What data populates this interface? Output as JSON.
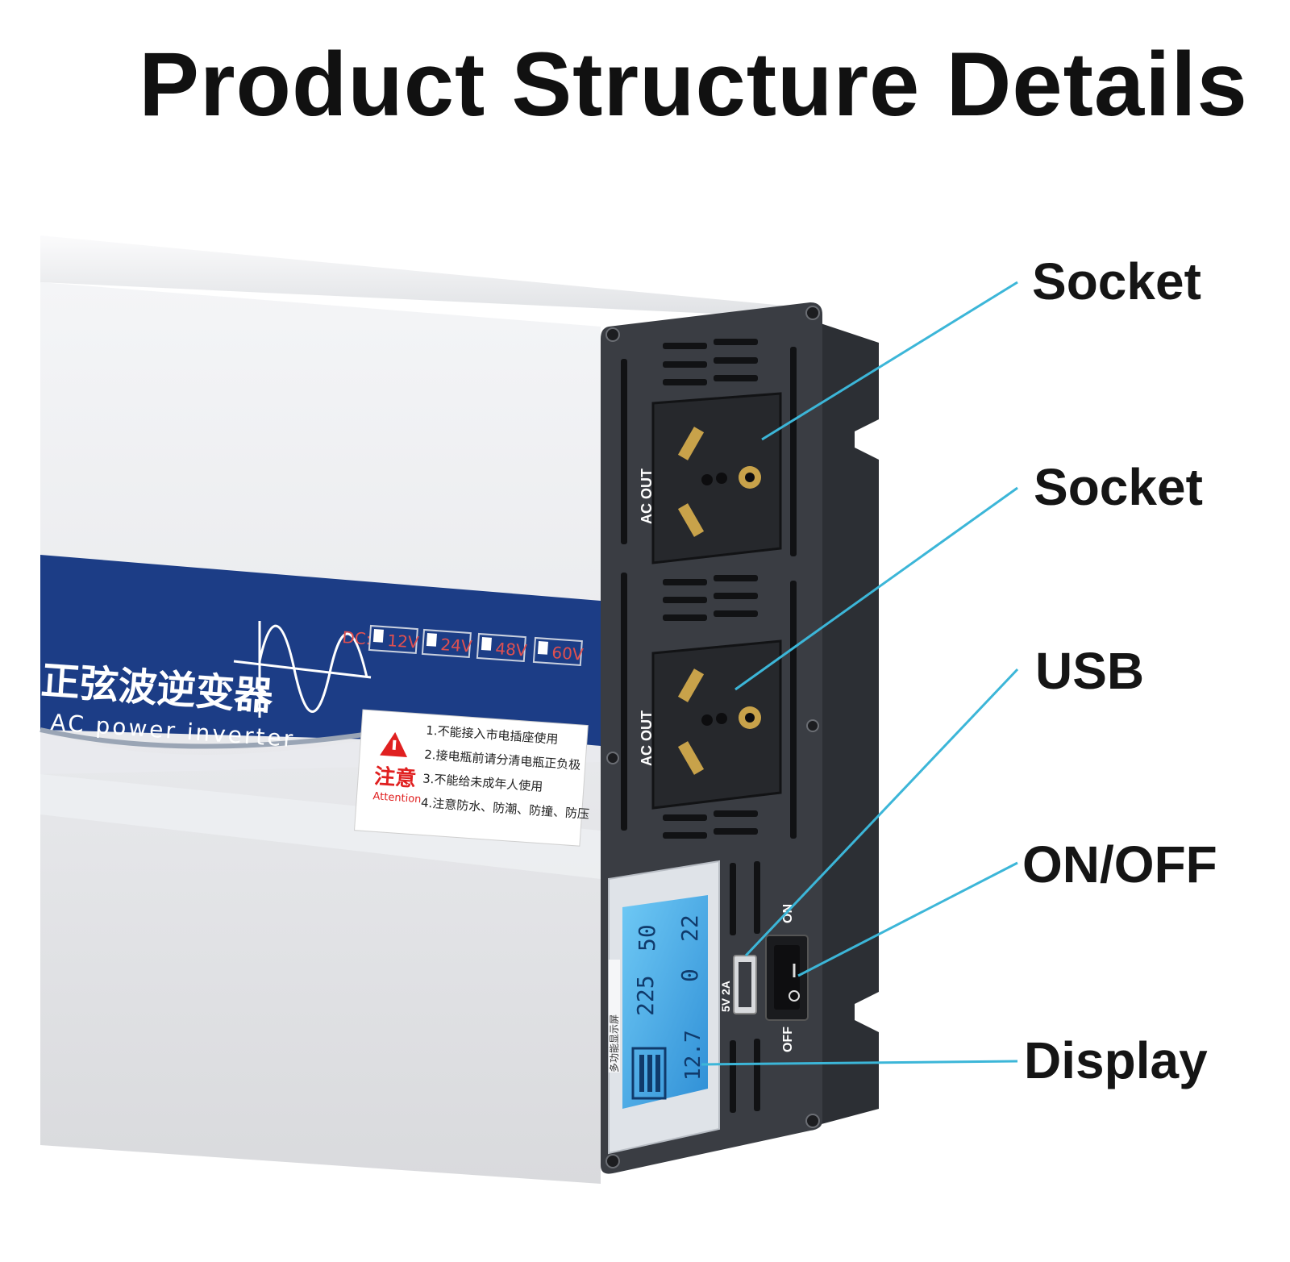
{
  "title": "Product Structure Details",
  "callouts": [
    "Socket",
    "Socket",
    "USB",
    "ON/OFF",
    "Display"
  ],
  "panel": {
    "cn_name": "正弦波逆变器",
    "en_name": "AC power inverter",
    "dc_prefix": "DC:",
    "dc_options": [
      "12V",
      "24V",
      "48V",
      "60V"
    ],
    "warning_title": "注意",
    "warning_sub": "Attention",
    "warnings": [
      "1.不能接入市电插座使用",
      "2.接电瓶前请分清电瓶正负极",
      "3.不能给未成年人使用",
      "4.注意防水、防潮、防撞、防压"
    ]
  },
  "ports": {
    "ac_out": "AC OUT",
    "usb_label": "5V 2A",
    "switch_on": "ON",
    "switch_off": "OFF",
    "display_caption": "多功能显示屏"
  },
  "lcd": {
    "v1": "50",
    "v2": "22",
    "v3": "0",
    "v4": "225",
    "v5": "12.7"
  },
  "colors": {
    "band": "#1c3d86",
    "lcd": "#3fa9e8",
    "leader": "#3cb6d8"
  }
}
